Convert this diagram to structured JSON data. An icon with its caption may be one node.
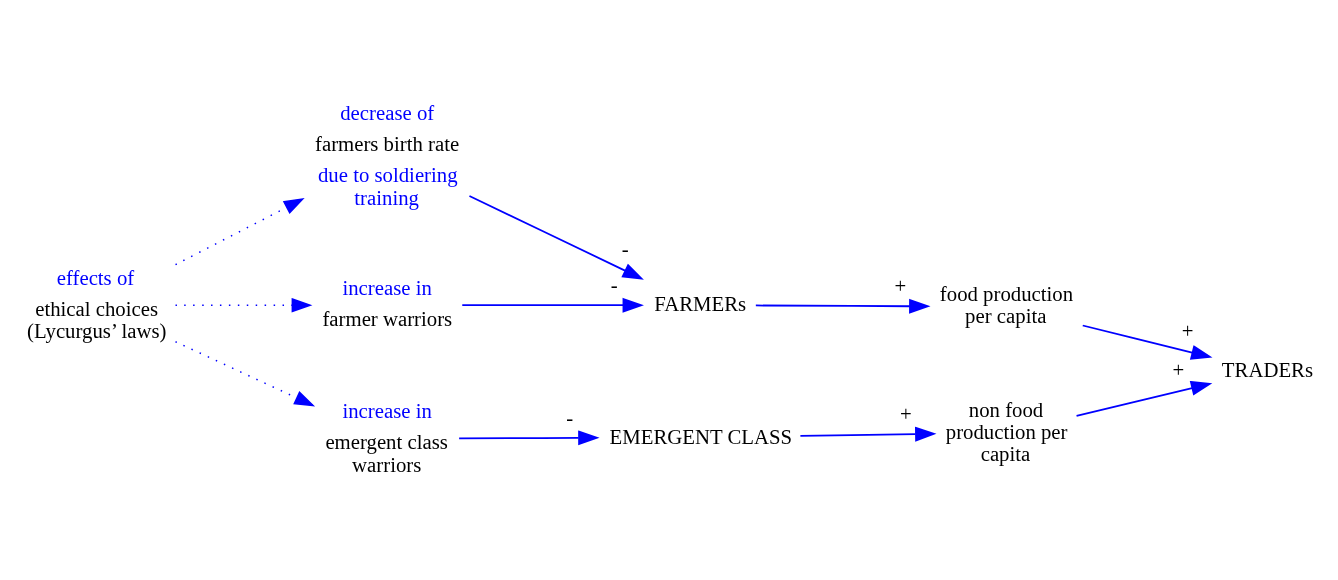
{
  "diagram": {
    "nodes": [
      {
        "text": [
          "effects of",
          "ethical choices (Lycurgus’ laws)"
        ]
      },
      {
        "text": [
          "decrease of",
          "farmers birth rate",
          "due to soldiering training"
        ]
      },
      {
        "text": [
          "increase in",
          "farmer warriors"
        ]
      },
      {
        "text": [
          "increase in",
          "emergent class warriors"
        ]
      },
      {
        "text": [
          "FARMERs"
        ]
      },
      {
        "text": [
          "EMERGENT CLASS"
        ]
      },
      {
        "text": [
          "food production per capita"
        ]
      },
      {
        "text": [
          "non food production per capita"
        ]
      },
      {
        "text": [
          "TRADERs"
        ]
      }
    ],
    "edges": [
      {
        "from": 0,
        "to": 1,
        "arrow": "to",
        "style": "dashed"
      },
      {
        "from": 0,
        "to": 2,
        "arrow": "to",
        "style": "dashed"
      },
      {
        "from": 0,
        "to": 3,
        "arrow": "to",
        "style": "dashed"
      },
      {
        "from": 1,
        "to": 4,
        "arrow": "to",
        "label": "-"
      },
      {
        "from": 2,
        "to": 4,
        "arrow": "to",
        "label": "-"
      },
      {
        "from": 3,
        "to": 5,
        "arrow": "to",
        "label": "-"
      },
      {
        "from": 4,
        "to": 6,
        "arrow": "to",
        "label": "+"
      },
      {
        "from": 5,
        "to": 7,
        "arrow": "to",
        "label": "+"
      },
      {
        "from": 6,
        "to": 8,
        "arrow": "to",
        "label": "+"
      },
      {
        "from": 7,
        "to": 8,
        "arrow": "to",
        "label": "+"
      }
    ]
  }
}
